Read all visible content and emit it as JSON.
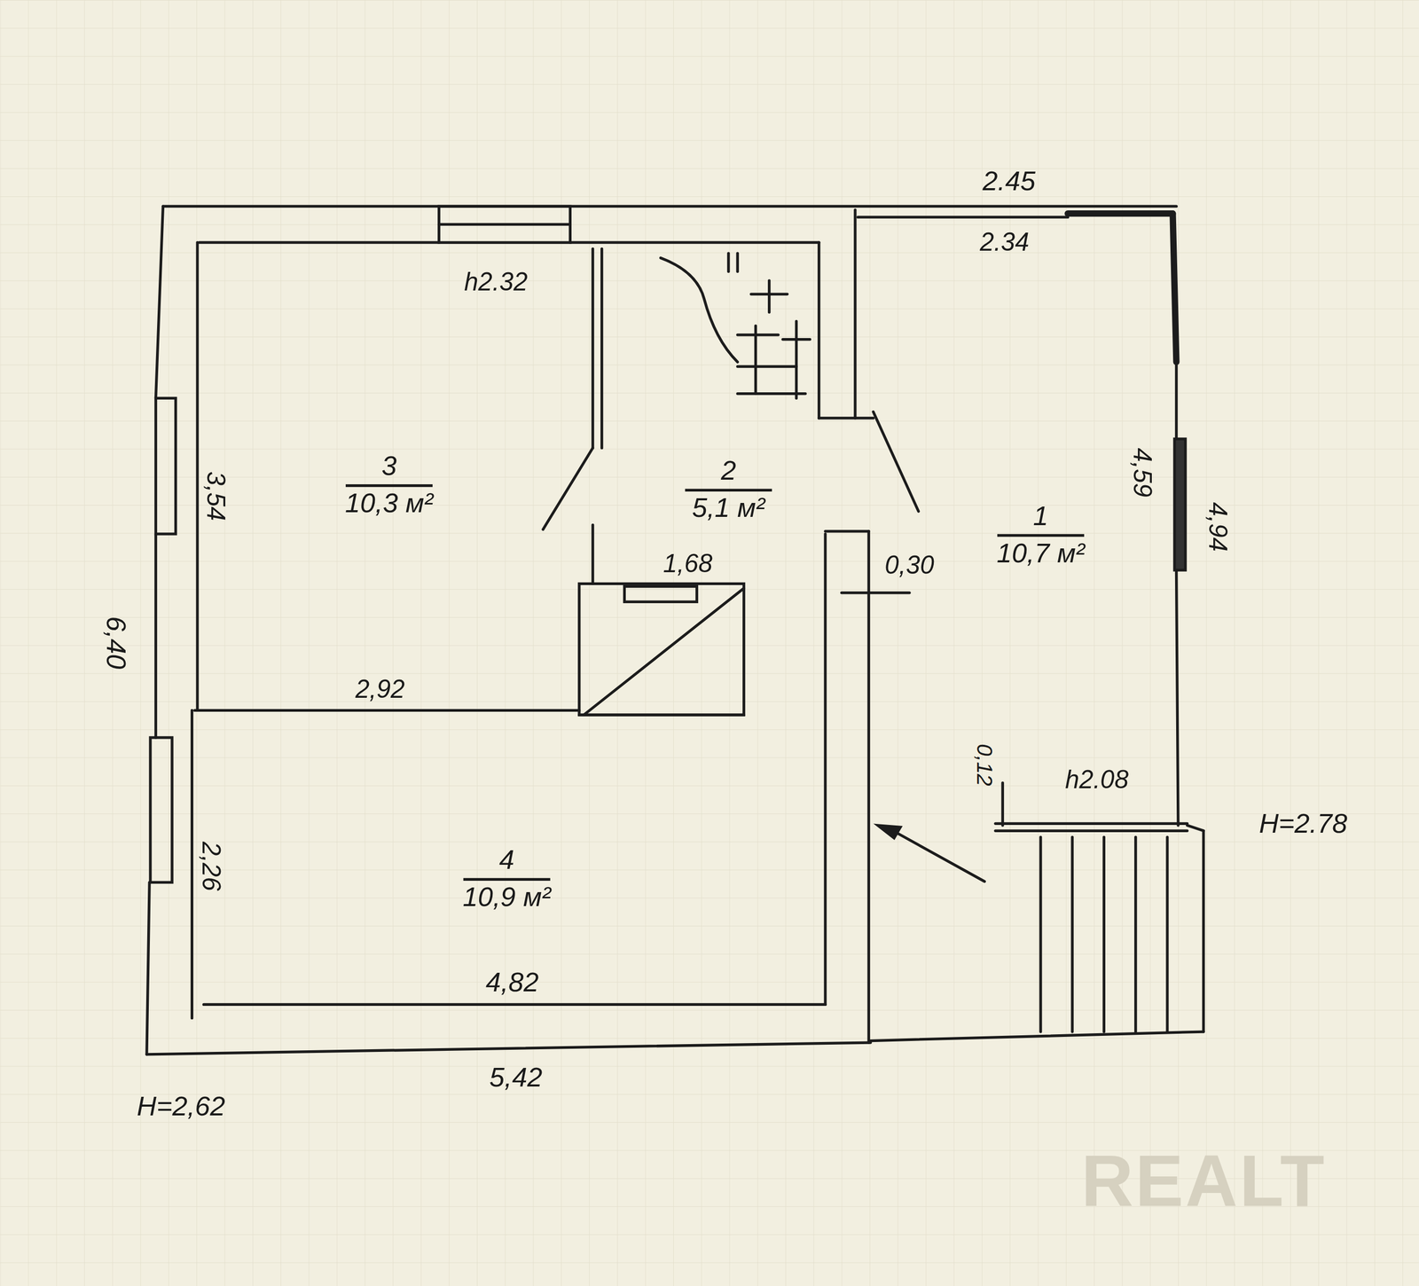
{
  "diagram": {
    "nodes": [
      {
        "text": [
          "3",
          "10,3 м²"
        ]
      },
      {
        "text": [
          "2",
          "5,1 м²"
        ]
      },
      {
        "text": [
          "1",
          "10,7 м²"
        ]
      },
      {
        "text": [
          "4",
          "10,9 м²"
        ]
      }
    ],
    "labels": [
      "2.45",
      "2.34",
      "h2.32",
      "3,54",
      "1,68",
      "0,30",
      "4,59",
      "4,94",
      "6,40",
      "2,92",
      "0,12",
      "h2.08",
      "Н=2.78",
      "2,26",
      "4,82",
      "5,42",
      "Н=2,62",
      "REALT"
    ]
  }
}
